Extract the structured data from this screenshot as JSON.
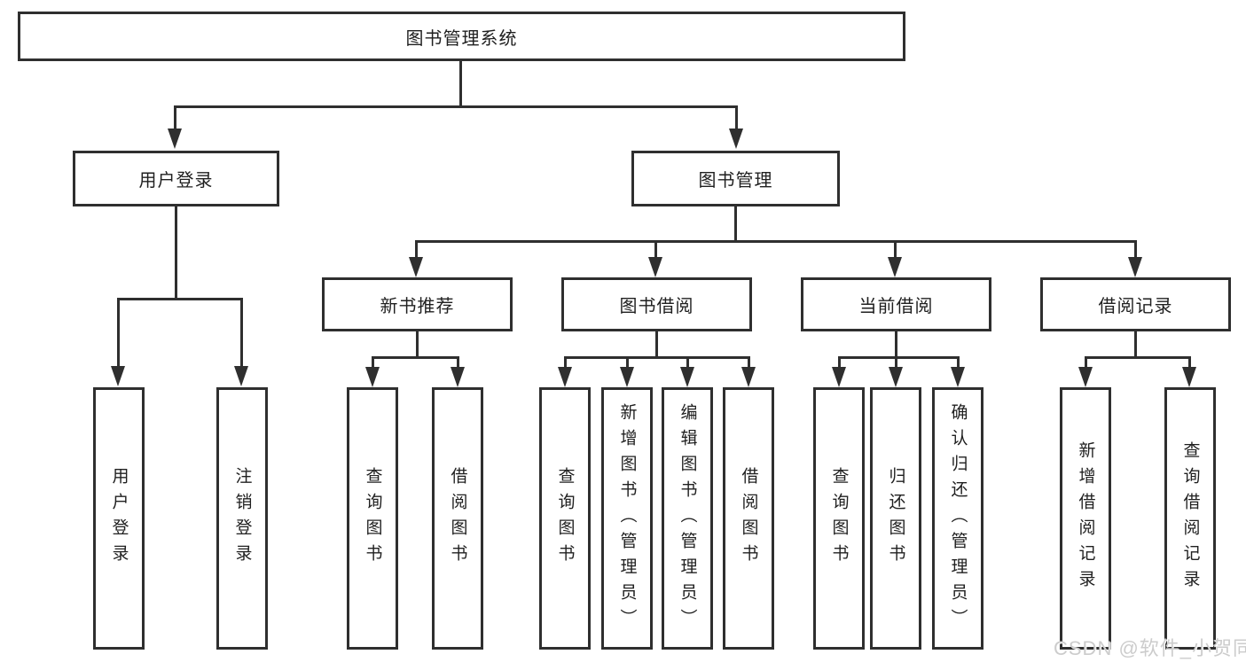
{
  "root": {
    "label": "图书管理系统"
  },
  "branches": [
    {
      "label": "用户登录",
      "children": [
        {
          "label": "用户登录"
        },
        {
          "label": "注销登录"
        }
      ]
    },
    {
      "label": "图书管理",
      "children": [
        {
          "label": "新书推荐",
          "children": [
            {
              "label": "查询图书"
            },
            {
              "label": "借阅图书"
            }
          ]
        },
        {
          "label": "图书借阅",
          "children": [
            {
              "label": "查询图书"
            },
            {
              "label": "新增图书（管理员）"
            },
            {
              "label": "编辑图书（管理员）"
            },
            {
              "label": "借阅图书"
            }
          ]
        },
        {
          "label": "当前借阅",
          "children": [
            {
              "label": "查询图书"
            },
            {
              "label": "归还图书"
            },
            {
              "label": "确认归还（管理员）"
            }
          ]
        },
        {
          "label": "借阅记录",
          "children": [
            {
              "label": "新增借阅记录"
            },
            {
              "label": "查询借阅记录"
            }
          ]
        }
      ]
    }
  ],
  "watermark": {
    "text": "CSDN @软件_小贺同学"
  },
  "colors": {
    "line": "#2f2f2f",
    "box_bg": "#ffffff",
    "text": "#1f1f1f",
    "background": "#ffffff",
    "watermark": "#cccccc"
  }
}
